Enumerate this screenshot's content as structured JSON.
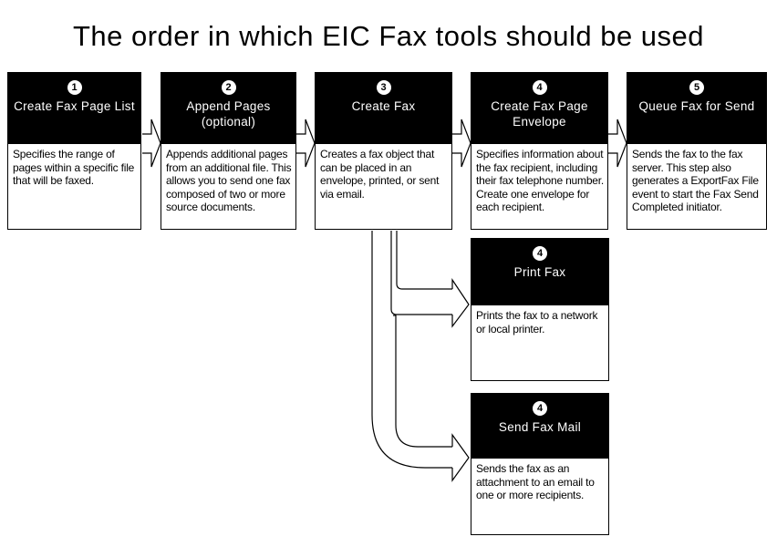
{
  "title": "The order in which EIC Fax tools should be used",
  "steps": [
    {
      "number": "1",
      "title": "Create Fax Page List",
      "description": "Specifies the range of pages within a specific file that will be faxed."
    },
    {
      "number": "2",
      "title": "Append Pages (optional)",
      "description": "Appends additional pages from an additional file. This allows you to send one fax composed of two or more source documents."
    },
    {
      "number": "3",
      "title": "Create Fax",
      "description": "Creates a fax object that can be placed in an envelope, printed, or sent via email."
    },
    {
      "number": "4",
      "title": "Create Fax Page Envelope",
      "description": "Specifies information about the fax recipient, including their fax telephone number. Create one envelope for each recipient."
    },
    {
      "number": "5",
      "title": "Queue Fax for Send",
      "description": "Sends the fax to the fax server. This step also generates a ExportFax File event to start the Fax Send Completed initiator."
    }
  ],
  "alternatives": [
    {
      "number": "4",
      "title": "Print Fax",
      "description": "Prints the fax to a network or local printer."
    },
    {
      "number": "4",
      "title": "Send Fax Mail",
      "description": "Sends the fax as an attachment to an email to one or more recipients."
    }
  ],
  "colors": {
    "background": "#ffffff",
    "header_bg": "#000000",
    "header_text": "#ffffff",
    "body_text": "#000000",
    "connector": "#000000"
  }
}
